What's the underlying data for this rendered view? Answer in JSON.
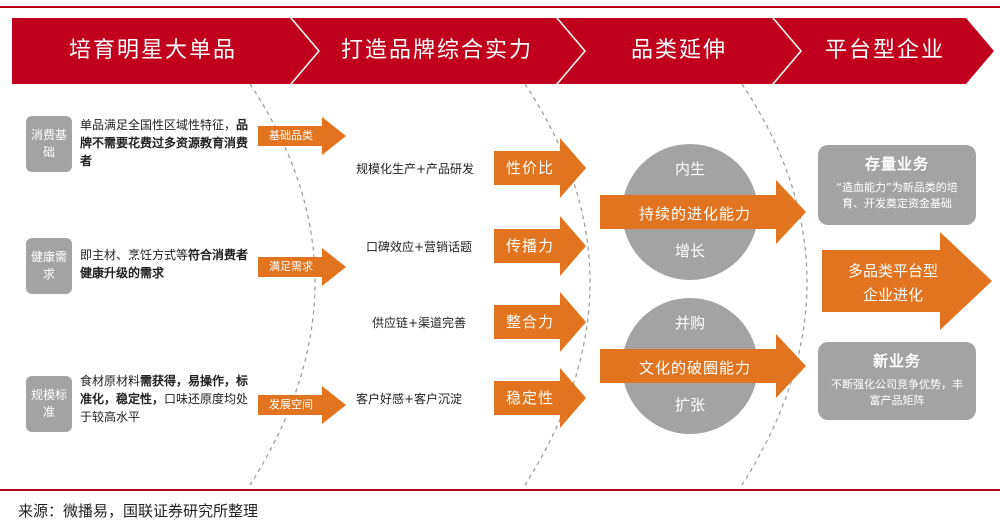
{
  "stages": [
    "培育明星大单品",
    "打造品牌综合实力",
    "品类延伸",
    "平台型企业"
  ],
  "left_rows": [
    {
      "tag": "消费基础",
      "desc_html": "单品满足全国性区域性特征，<b>品牌不需要花费过多资源教育消费者</b>",
      "arrow_label": "基础品类"
    },
    {
      "tag": "健康需求",
      "desc_html": "即主材、烹饪方式等<b>符合消费者健康升级的需求</b>",
      "arrow_label": "满足需求"
    },
    {
      "tag": "规模标准",
      "desc_html": "食材原材料<b>需获得，易操作，标准化，稳定性，</b>口味还原度均处于较高水平",
      "arrow_label": "发展空间"
    }
  ],
  "mid_rows": [
    {
      "text": "规模化生产+产品研发",
      "label": "性价比"
    },
    {
      "text": "口碑效应+营销话题",
      "label": "传播力"
    },
    {
      "text": "供应链+渠道完善",
      "label": "整合力"
    },
    {
      "text": "客户好感+客户沉淀",
      "label": "稳定性"
    }
  ],
  "circles": [
    {
      "top": "内生",
      "arrow": "持续的进化能力",
      "bottom": "增长"
    },
    {
      "top": "并购",
      "arrow": "文化的破圈能力",
      "bottom": "扩张"
    }
  ],
  "right": {
    "top": {
      "title": "存量业务",
      "desc": "“造血能力”为新品类的培育、开发奠定资金基础"
    },
    "arrow": "多品类平台型企业进化",
    "bottom": {
      "title": "新业务",
      "desc": "不断强化公司竞争优势，丰富产品矩阵"
    }
  },
  "source": "来源：微播易，国联证券研究所整理",
  "colors": {
    "red": "#c0001c",
    "orange": "#e2741f",
    "grey": "#a3a3a3"
  }
}
